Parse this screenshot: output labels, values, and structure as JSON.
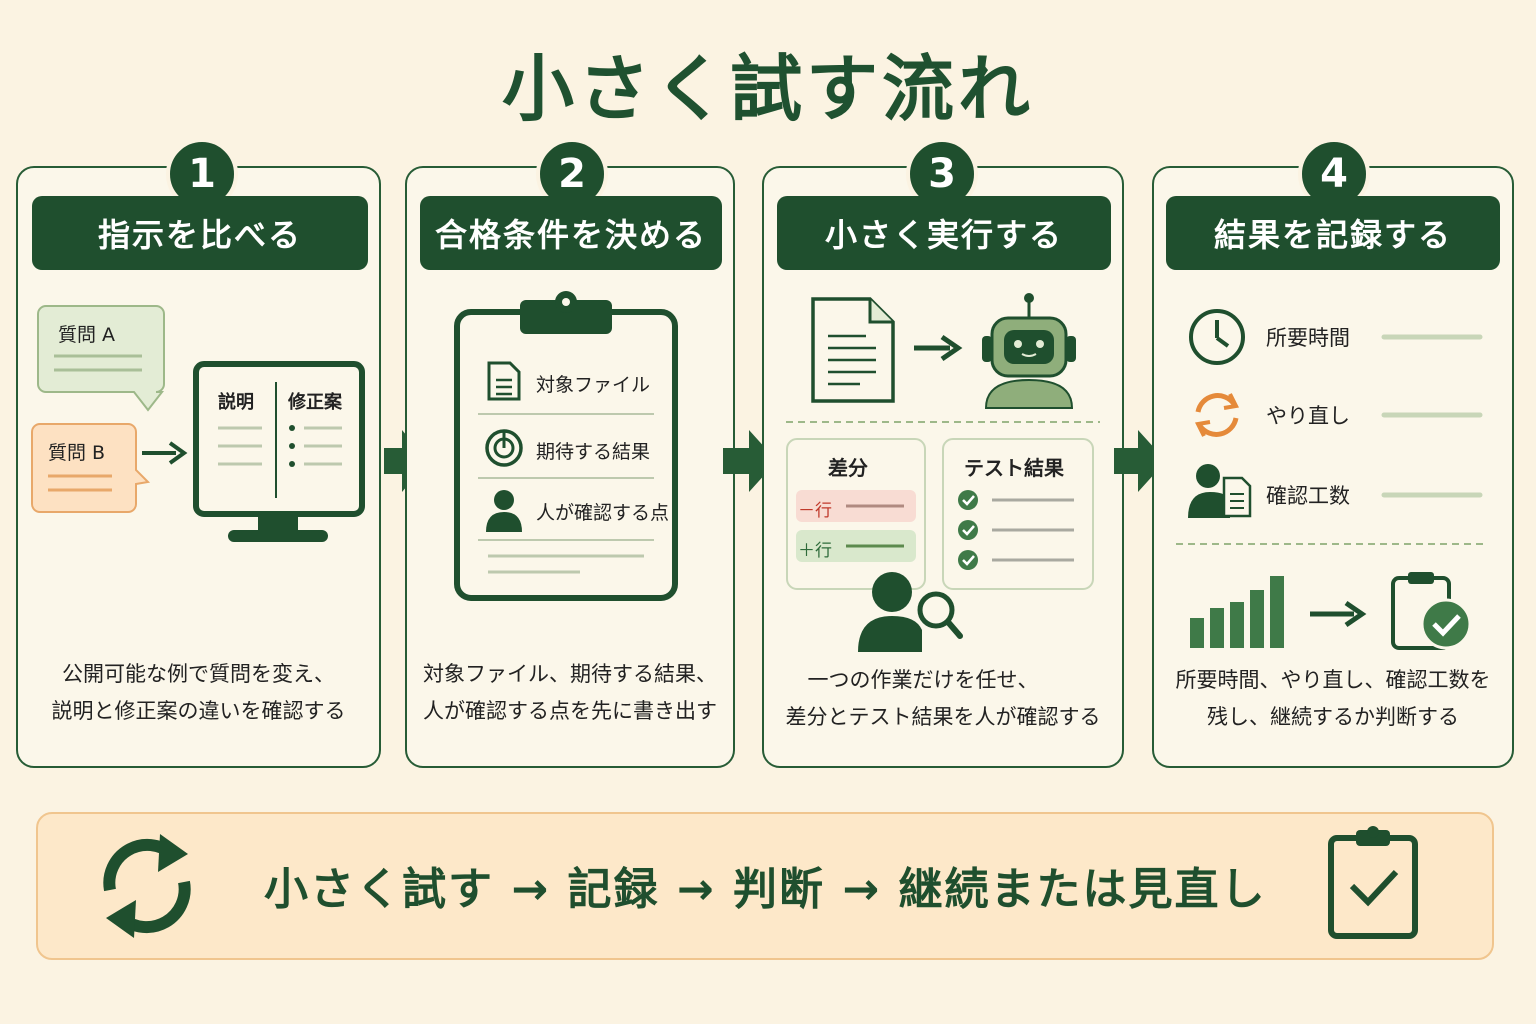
{
  "title": "小さく試す流れ",
  "steps": [
    {
      "number": "1",
      "heading": "指示を比べる",
      "bubble_a": "質問 A",
      "bubble_b": "質問 B",
      "screen_left": "説明",
      "screen_right": "修正案",
      "description_line1": "公開可能な例で質問を変え、",
      "description_line2": "説明と修正案の違いを確認する"
    },
    {
      "number": "2",
      "heading": "合格条件を決める",
      "items": [
        "対象ファイル",
        "期待する結果",
        "人が確認する点"
      ],
      "description_line1": "対象ファイル、期待する結果、",
      "description_line2": "人が確認する点を先に書き出す"
    },
    {
      "number": "3",
      "heading": "小さく実行する",
      "diff_title": "差分",
      "diff_minus": "－行",
      "diff_plus": "＋行",
      "test_title": "テスト結果",
      "description_line1": "一つの作業だけを任せ、",
      "description_line2": "差分とテスト結果を人が確認する"
    },
    {
      "number": "4",
      "heading": "結果を記録する",
      "metrics": [
        "所要時間",
        "やり直し",
        "確認工数"
      ],
      "description_line1": "所要時間、やり直し、確認工数を",
      "description_line2": "残し、継続するか判断する"
    }
  ],
  "summary": "小さく試す → 記録 → 判断 → 継続または見直し",
  "colors": {
    "dark_green": "#1f4f2e",
    "light_green": "#e3ecd5",
    "orange": "#f3c79a",
    "background": "#fbf3e2"
  }
}
